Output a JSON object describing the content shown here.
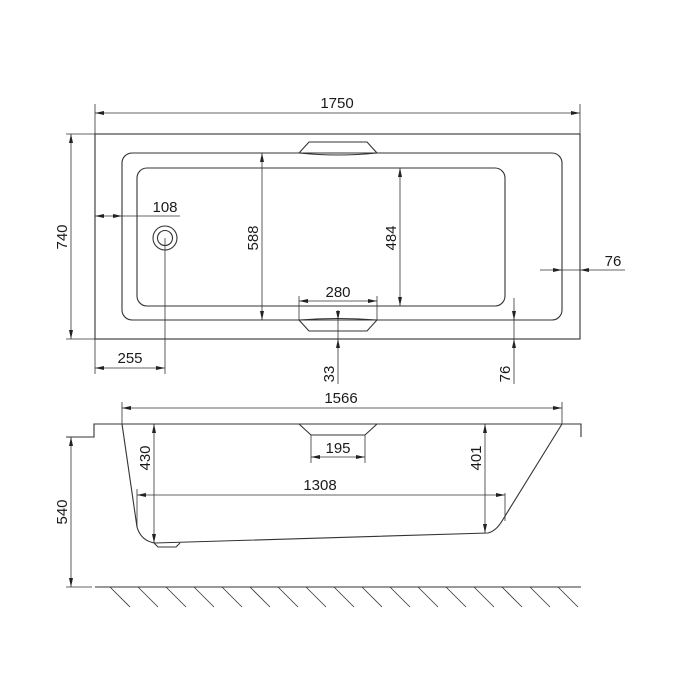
{
  "drawing": {
    "type": "bathtub technical drawing",
    "units": "mm",
    "line_color": "#333333",
    "background": "#ffffff"
  },
  "top_view": {
    "dimensions": {
      "overall_length": "1750",
      "overall_width": "740",
      "waste_offset_side": "108",
      "waste_offset_end": "255",
      "inner_width_left": "588",
      "inner_width_right": "484",
      "rim_right": "76",
      "handle_width": "280",
      "handle_depth": "33",
      "rim_front": "76"
    }
  },
  "side_view": {
    "dimensions": {
      "top_length": "1566",
      "handle_width": "195",
      "depth_left": "430",
      "depth_right": "401",
      "bottom_length": "1308",
      "overall_height": "540"
    },
    "ground_hatch_count": 17
  }
}
